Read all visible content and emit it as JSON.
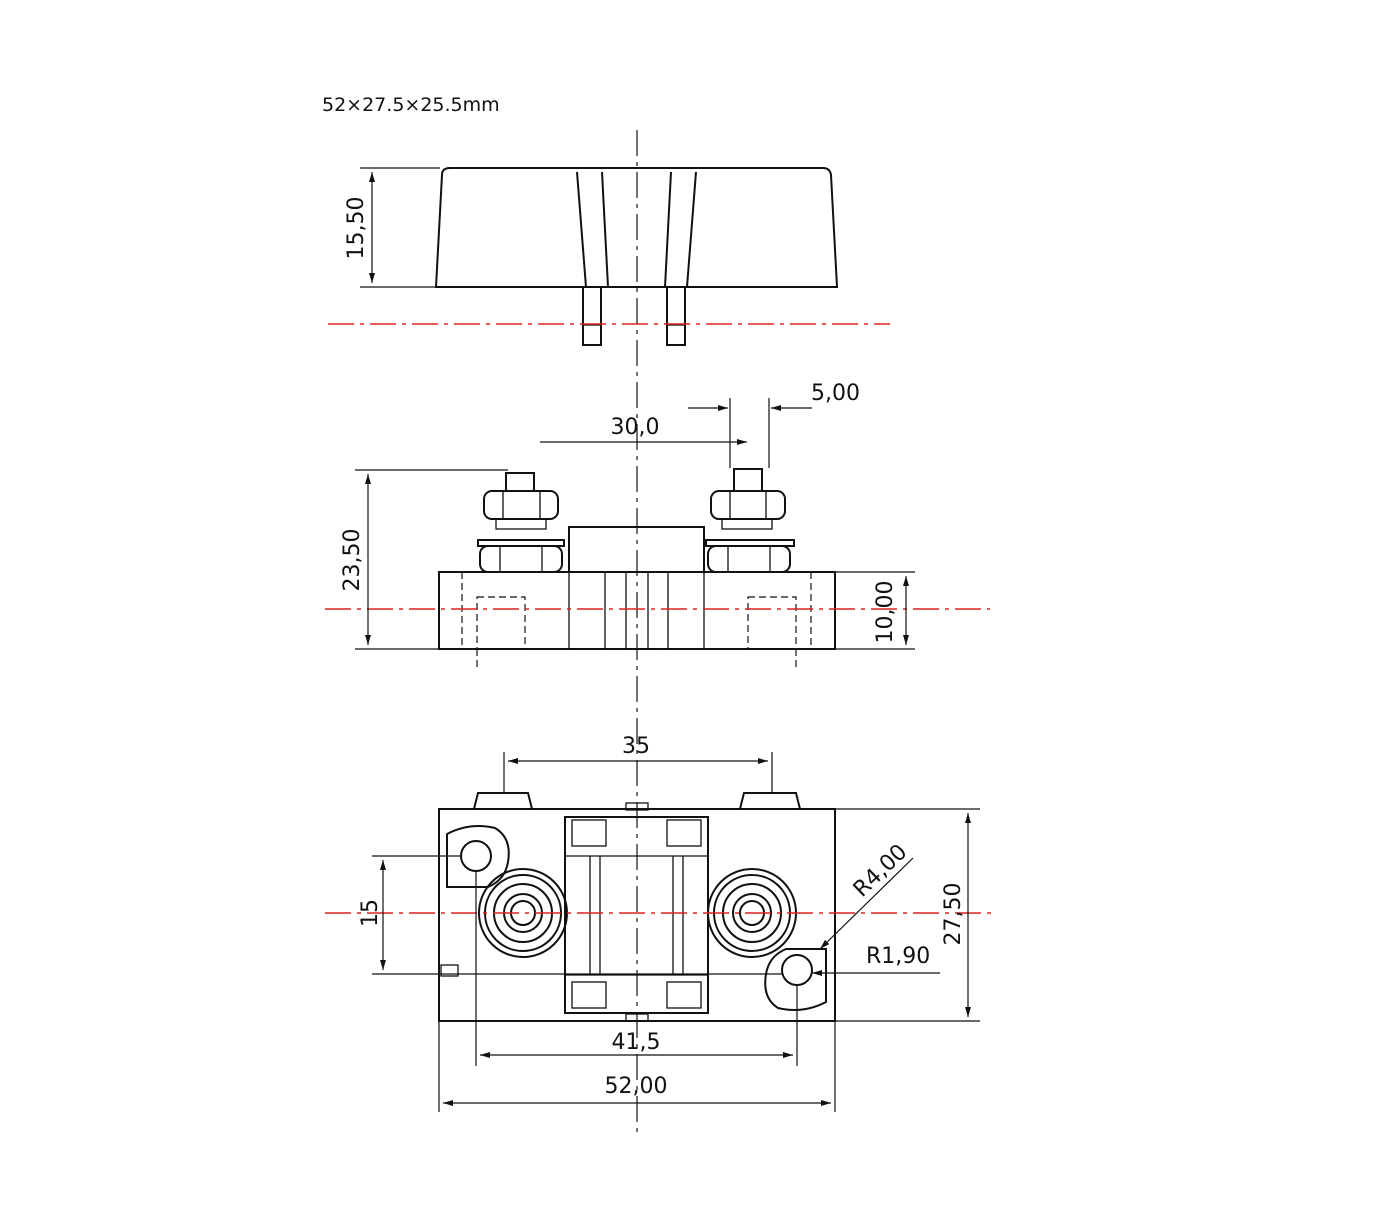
{
  "header": {
    "size_note": "52×27.5×25.5mm"
  },
  "dimensions": {
    "top_view_height": "15,50",
    "terminal_width": "5,00",
    "stud_spacing": "30,0",
    "front_total_height": "23,50",
    "base_height": "10,00",
    "tab_spacing": "35",
    "mount_hole_spacing_vertical": "15",
    "outer_radius": "R4,00",
    "hole_radius": "R1,90",
    "overall_depth": "27,50",
    "mount_hole_spacing": "41,5",
    "overall_length": "52,00"
  },
  "colors": {
    "line": "#111111",
    "centerline_accent": "#dd2222",
    "background": "#ffffff"
  }
}
